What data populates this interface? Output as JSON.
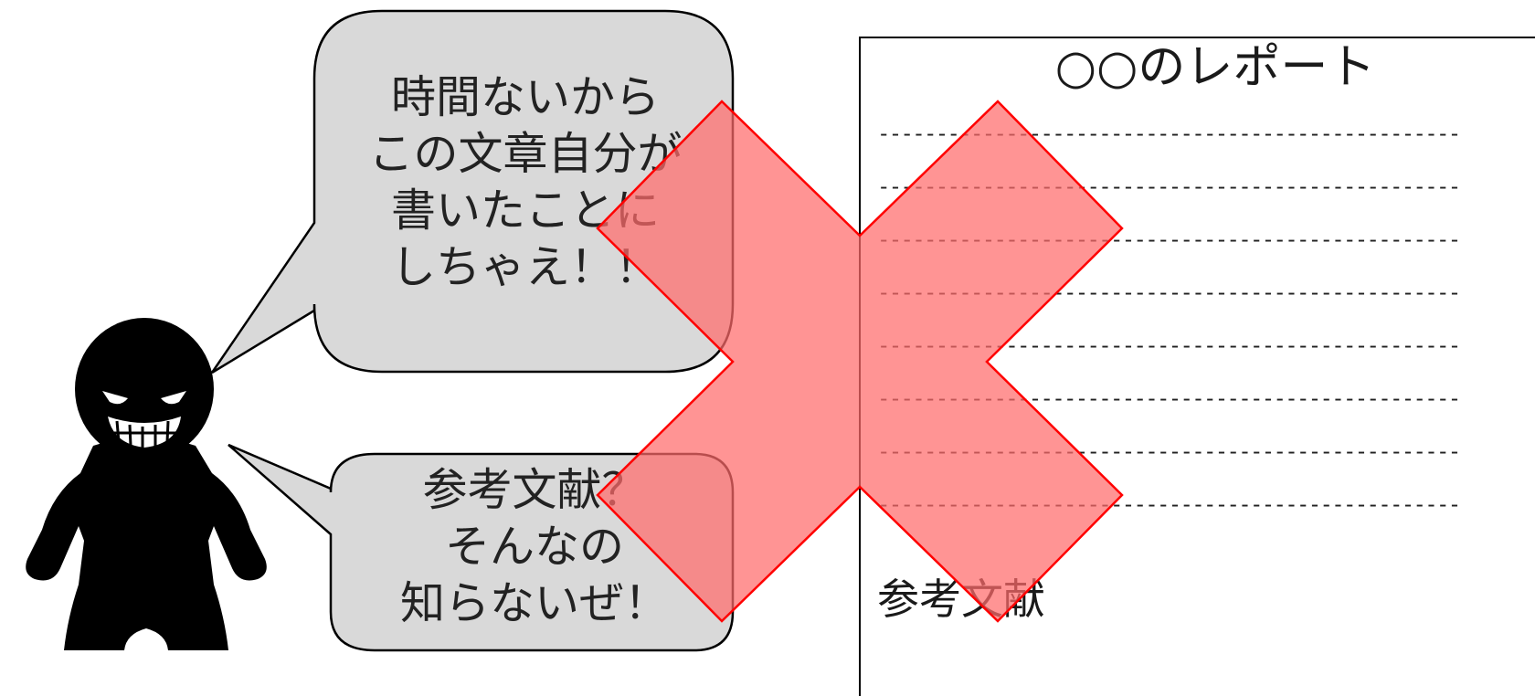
{
  "bubble_top": {
    "lines": [
      "時間ないから",
      "この文章自分が",
      "書いたことに",
      "しちゃえ！！"
    ]
  },
  "bubble_bottom": {
    "lines": [
      "参考文献？",
      "そんなの",
      "知らないぜ！"
    ]
  },
  "report": {
    "title": "○○のレポート",
    "dash_line": "--------------------------------------------------",
    "line_count": 8,
    "references_label": "参考文献"
  },
  "colors": {
    "bubble_fill": "#d9d9d9",
    "cross_fill": "#ff6b6b",
    "cross_stroke": "#ff0000",
    "figure": "#000000"
  }
}
